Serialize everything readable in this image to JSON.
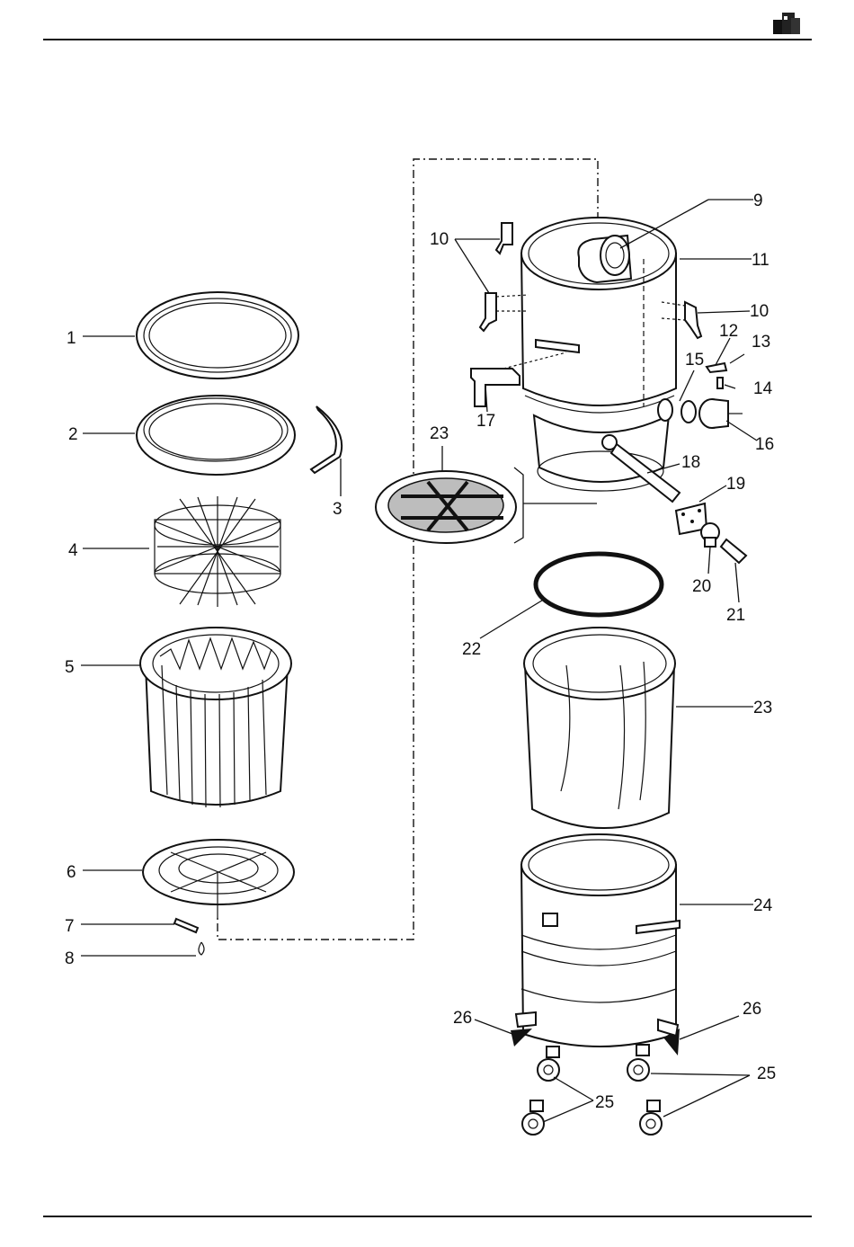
{
  "labels": {
    "p1": "1",
    "p2": "2",
    "p3": "3",
    "p4": "4",
    "p5": "5",
    "p6": "6",
    "p7": "7",
    "p8": "8",
    "p9": "9",
    "p10a": "10",
    "p10b": "10",
    "p11": "11",
    "p12": "12",
    "p13": "13",
    "p14": "14",
    "p15": "15",
    "p16": "16",
    "p17": "17",
    "p18": "18",
    "p19": "19",
    "p20": "20",
    "p21": "21",
    "p22": "22",
    "p23a": "23",
    "p23b": "23",
    "p24": "24",
    "p25a": "25",
    "p25b": "25",
    "p26a": "26",
    "p26b": "26"
  }
}
